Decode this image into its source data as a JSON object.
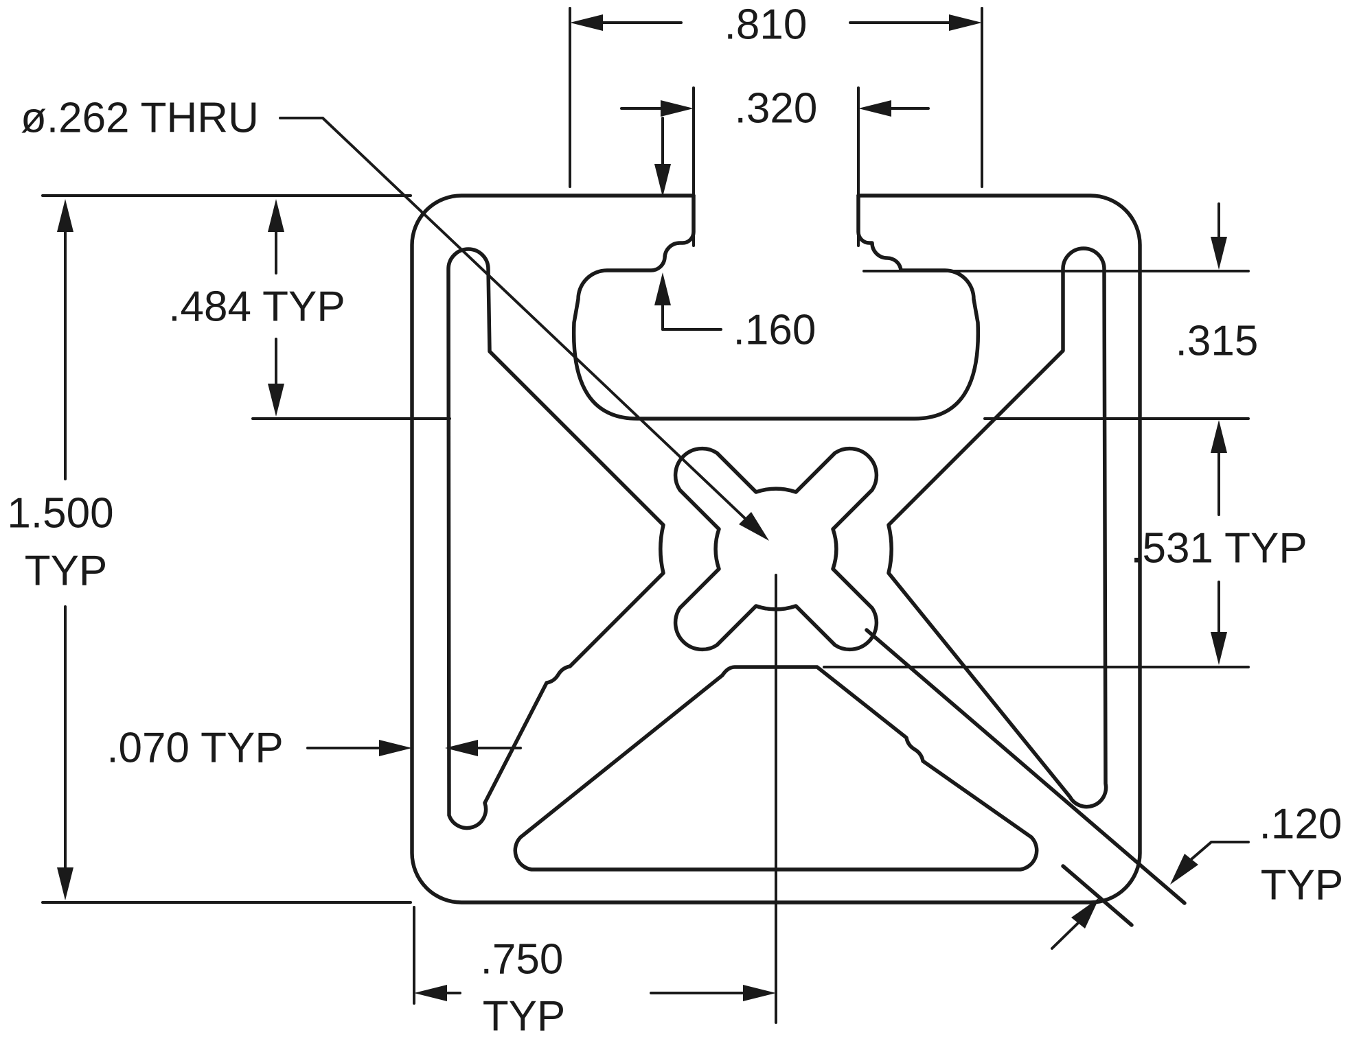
{
  "drawing": {
    "title_semantic": "t-slot-extrusion-cross-section",
    "background_color": "#ffffff",
    "line_color": "#1a1a1a",
    "dims": {
      "hole_callout": "ø.262 THRU",
      "slot_cavity_width": ".810",
      "slot_opening": ".320",
      "lip_depth": ".160",
      "slot_depth": ".484 TYP",
      "overall_size_value": "1.500",
      "overall_size_suffix": "TYP",
      "under_lip_space": ".315",
      "center_space": ".531 TYP",
      "wall_thickness": ".070 TYP",
      "half_width_value": ".750",
      "half_width_suffix": "TYP",
      "rib_thickness_value": ".120",
      "rib_thickness_suffix": "TYP"
    }
  }
}
